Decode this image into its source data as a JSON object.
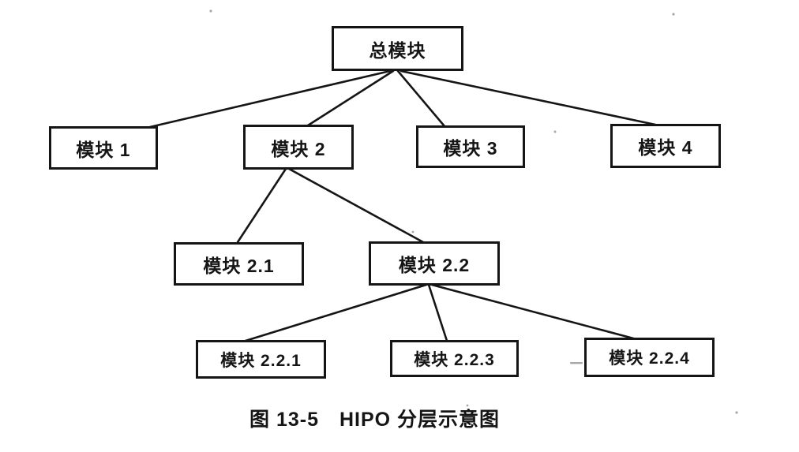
{
  "figure": {
    "caption": "图 13-5　HIPO 分层示意图"
  },
  "colors": {
    "background": "#ffffff",
    "ink": "#151515"
  },
  "diagram": {
    "type": "tree",
    "nodes": {
      "root": {
        "label": "总模块"
      },
      "m1": {
        "label": "模块 1"
      },
      "m2": {
        "label": "模块 2"
      },
      "m3": {
        "label": "模块 3"
      },
      "m4": {
        "label": "模块 4"
      },
      "m21": {
        "label": "模块 2.1"
      },
      "m22": {
        "label": "模块 2.2"
      },
      "m221": {
        "label": "模块 2.2.1"
      },
      "m223": {
        "label": "模块 2.2.3"
      },
      "m224": {
        "label": "模块 2.2.4"
      }
    },
    "edges": [
      {
        "from": "root",
        "to": "m1"
      },
      {
        "from": "root",
        "to": "m2"
      },
      {
        "from": "root",
        "to": "m3"
      },
      {
        "from": "root",
        "to": "m4"
      },
      {
        "from": "m2",
        "to": "m21"
      },
      {
        "from": "m2",
        "to": "m22"
      },
      {
        "from": "m22",
        "to": "m221"
      },
      {
        "from": "m22",
        "to": "m223"
      },
      {
        "from": "m22",
        "to": "m224"
      }
    ]
  }
}
